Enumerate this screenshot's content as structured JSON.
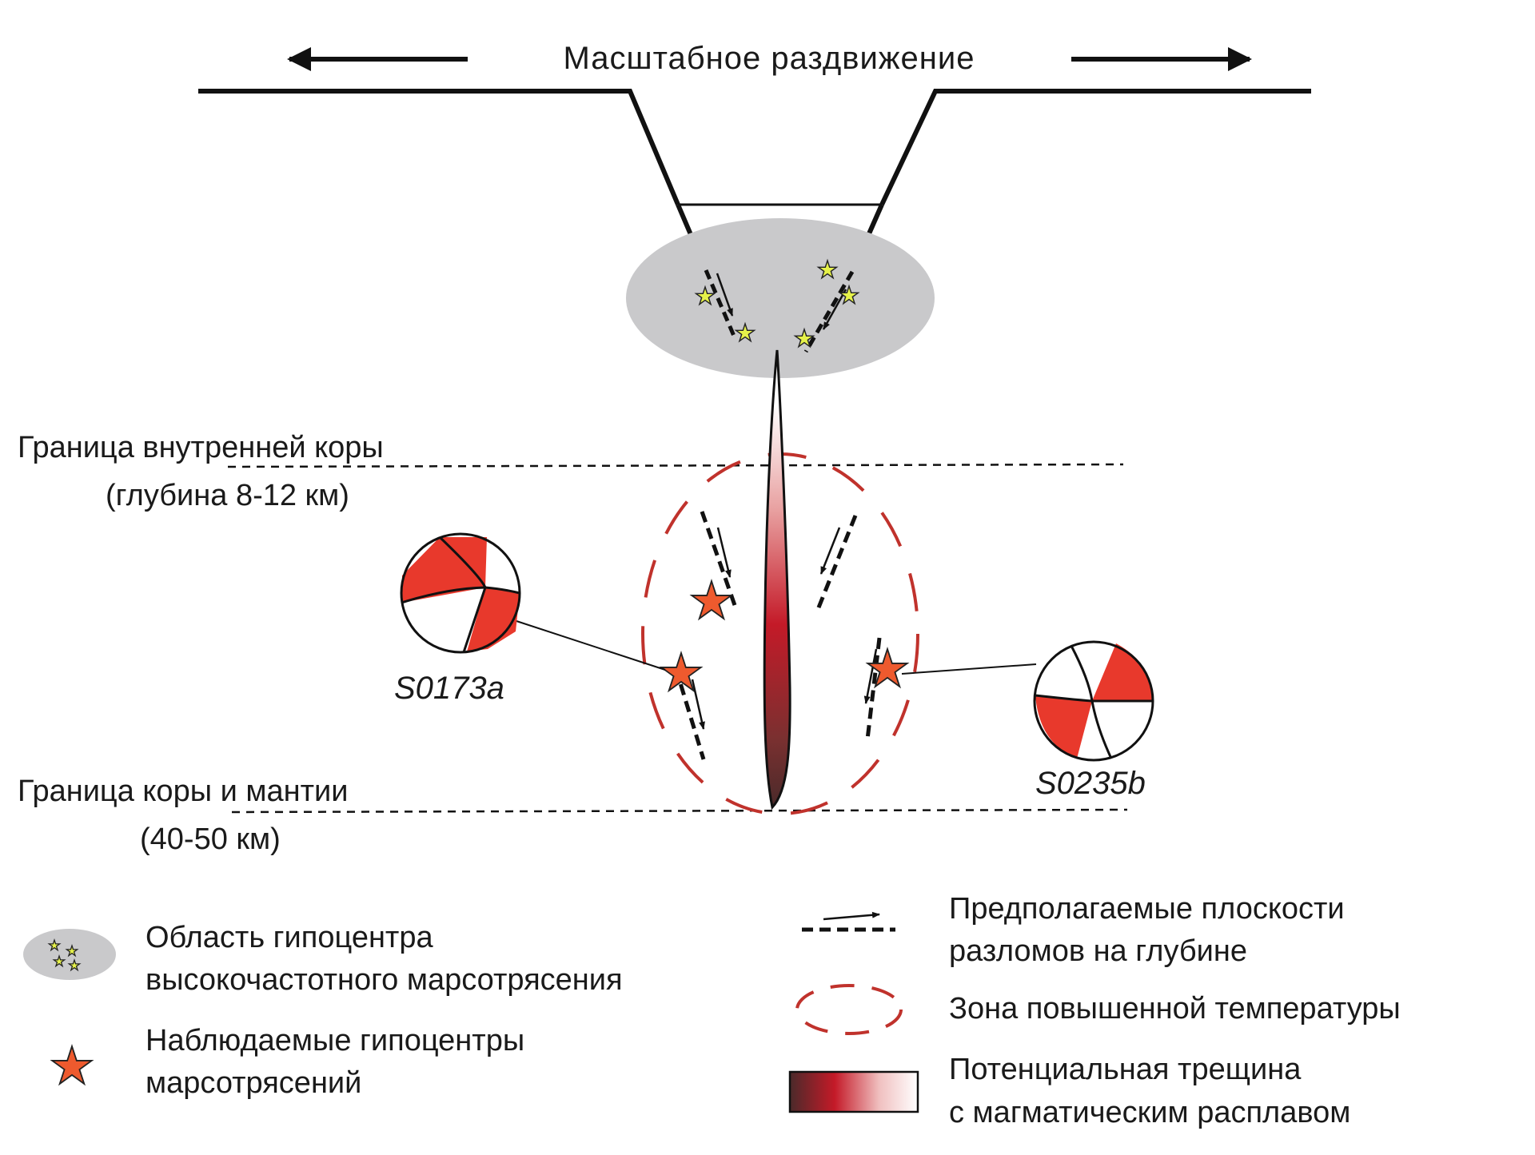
{
  "title": "Масштабное раздвижение",
  "boundary_inner": {
    "line1": "Граница внутренней коры",
    "line2": "(глубина 8-12 км)"
  },
  "boundary_mantle": {
    "line1": "Граница коры и мантии",
    "line2": "(40-50 км)"
  },
  "event_left": "S0173a",
  "event_right": "S0235b",
  "legend": {
    "hf_region_line1": "Область гипоцентра",
    "hf_region_line2": "высокочастотного марсотрясения",
    "observed_line1": "Наблюдаемые гипоцентры",
    "observed_line2": "марсотрясений",
    "faults_line1": "Предполагаемые плоскости",
    "faults_line2": "разломов на глубине",
    "heat_zone": "Зона повышенной температуры",
    "crack_line1": "Потенциальная трещина",
    "crack_line2": "с магматическим расплавом"
  },
  "colors": {
    "beachball_red": "#e8392c",
    "star_orange": "#ee5a2e",
    "star_yellow": "#e6f24a",
    "zone_red": "#c0322c",
    "hf_region_gray": "#c9c9cb",
    "melt_dark": "#4a2a2a",
    "melt_red": "#c41a28"
  }
}
